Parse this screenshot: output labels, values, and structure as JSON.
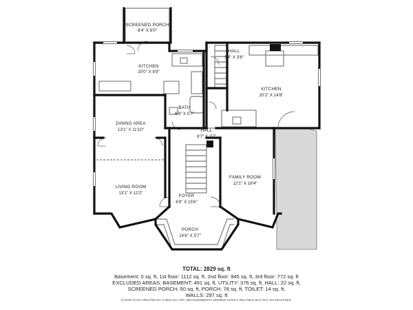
{
  "rooms": {
    "screened_porch": {
      "name": "SCREENED PORCH",
      "dims": "8'4\" X 6'0\""
    },
    "kitchen_west": {
      "name": "KITCHEN",
      "dims": "20'0\" X 8'9\""
    },
    "hall_north": {
      "name": "HALL",
      "dims": "3'4\" X 3'8\""
    },
    "kitchen_east": {
      "name": "KITCHEN",
      "dims": "20'2\" X 14'8\""
    },
    "bath": {
      "name": "BATH",
      "dims": "6'9\" X 5'7\""
    },
    "dining": {
      "name": "DINING AREA",
      "dims": "13'1\" X 11'10\""
    },
    "hall_mid": {
      "name": "HALL",
      "dims": "8'7\" X 2'7\""
    },
    "family": {
      "name": "FAMILY ROOM",
      "dims": "12'1\" X 18'4\""
    },
    "living": {
      "name": "LIVING ROOM",
      "dims": "13'1\" X 12'2\""
    },
    "foyer": {
      "name": "FOYER",
      "dims": "6'8\" X 15'6\""
    },
    "porch": {
      "name": "PORCH",
      "dims": "14'6\" X 5'7\""
    }
  },
  "summary": {
    "total": "TOTAL: 2829 sq. ft",
    "line1": "Basement: 0 sq. ft, 1st floor: 1112 sq. ft, 2nd floor: 945 sq. ft, 3rd floor: 772 sq. ft",
    "line2": "EXCLUDED AREAS: BASEMENT: 491 sq. ft, UTILITY: 376 sq. ft, HALL: 22 sq. ft,",
    "line3": "SCREENED PORCH: 50 sq. ft, PORCH: 78 sq. ft, TOILET: 14 sq. ft,",
    "line4": "WALLS: 297 sq. ft",
    "footnote": "FLOOR PLAN CREATED BY CUBICASA APP. MEASUREMENTS DEEMED HIGHLY RELIABLE BUT NOT GUARANTEED."
  },
  "colors": {
    "wall": "#111111",
    "thin_line": "#555555",
    "deck": "#d9d9d9",
    "background": "#ffffff"
  }
}
